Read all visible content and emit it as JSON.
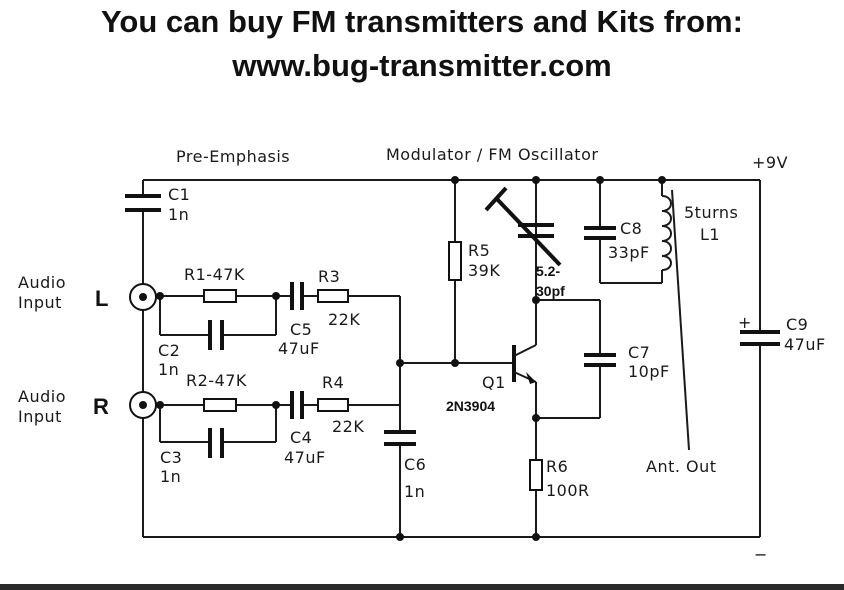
{
  "header": {
    "line1": "You can buy FM transmitters and Kits from:",
    "line2": "www.bug-transmitter.com"
  },
  "sections": {
    "pre_emphasis": "Pre-Emphasis",
    "modulator": "Modulator / FM Oscillator"
  },
  "supply": {
    "positive": "+9V",
    "negative": "−"
  },
  "inputs": {
    "left": {
      "label_line1": "Audio",
      "label_line2": "Input",
      "channel": "L"
    },
    "right": {
      "label_line1": "Audio",
      "label_line2": "Input",
      "channel": "R"
    }
  },
  "components": {
    "C1": {
      "name": "C1",
      "value": "1n"
    },
    "R1": {
      "name": "R1-47K"
    },
    "R3": {
      "name": "R3",
      "value": "22K"
    },
    "C2": {
      "name": "C2",
      "value": "1n"
    },
    "C5": {
      "name": "C5",
      "value": "47uF"
    },
    "R2": {
      "name": "R2-47K"
    },
    "R4": {
      "name": "R4",
      "value": "22K"
    },
    "C3": {
      "name": "C3",
      "value": "1n"
    },
    "C4": {
      "name": "C4",
      "value": "47uF"
    },
    "C6": {
      "name": "C6",
      "value": "1n"
    },
    "R5": {
      "name": "R5",
      "value": "39K"
    },
    "VC": {
      "value_line1": "5.2-",
      "value_line2": "30pf"
    },
    "C8": {
      "name": "C8",
      "value": "33pF"
    },
    "L1": {
      "turns": "5turns",
      "name": "L1"
    },
    "Q1": {
      "name": "Q1",
      "part": "2N3904"
    },
    "C7": {
      "name": "C7",
      "value": "10pF"
    },
    "R6": {
      "name": "R6",
      "value": "100R"
    },
    "C9": {
      "name": "C9",
      "value": "47uF",
      "polarity": "+"
    }
  },
  "antenna": "Ant. Out"
}
